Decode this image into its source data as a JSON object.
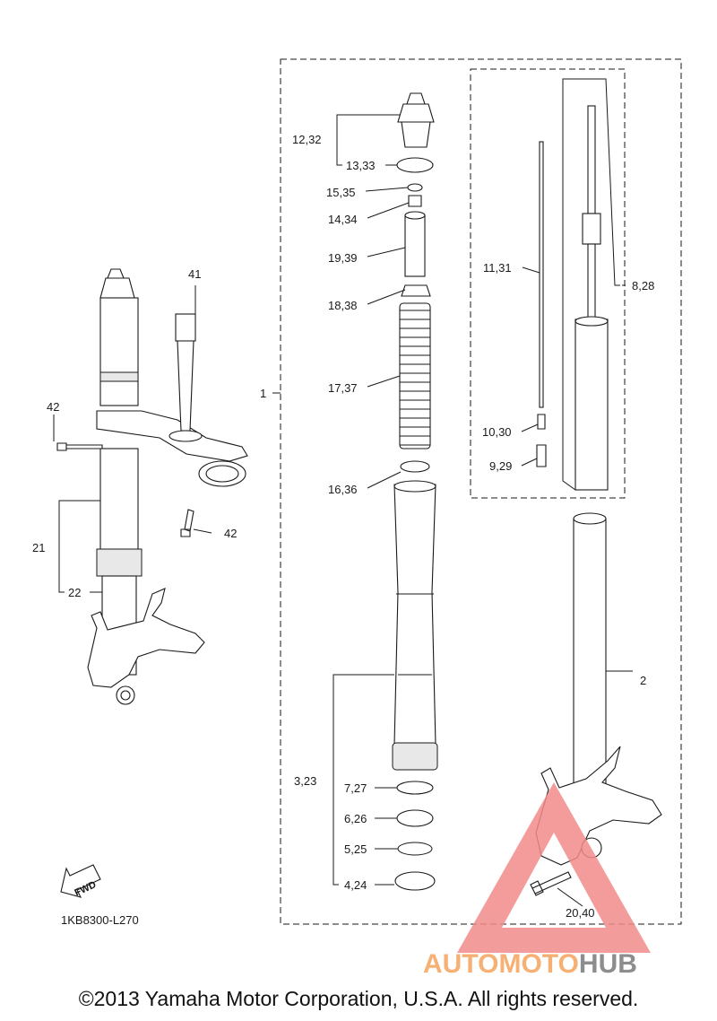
{
  "diagram_code": "1KB8300-L270",
  "copyright": "©2013 Yamaha Motor Corporation, U.S.A. All rights reserved.",
  "fwd_label": "FWD",
  "watermark": {
    "part1": "AUTOMOTO",
    "part2": "HUB",
    "color1": "#f6a35c",
    "color2": "#7a7a7a",
    "triangle_color": "#f28b8b"
  },
  "callouts": {
    "c1": "1",
    "c2": "2",
    "c3_23": "3,23",
    "c4_24": "4,24",
    "c5_25": "5,25",
    "c6_26": "6,26",
    "c7_27": "7,27",
    "c8_28": "8,28",
    "c9_29": "9,29",
    "c10_30": "10,30",
    "c11_31": "11,31",
    "c12_32": "12,32",
    "c13_33": "13,33",
    "c14_34": "14,34",
    "c15_35": "15,35",
    "c16_36": "16,36",
    "c17_37": "17,37",
    "c18_38": "18,38",
    "c19_39": "19,39",
    "c20_40": "20,40",
    "c21": "21",
    "c22": "22",
    "c41": "41",
    "c42a": "42",
    "c42b": "42"
  }
}
